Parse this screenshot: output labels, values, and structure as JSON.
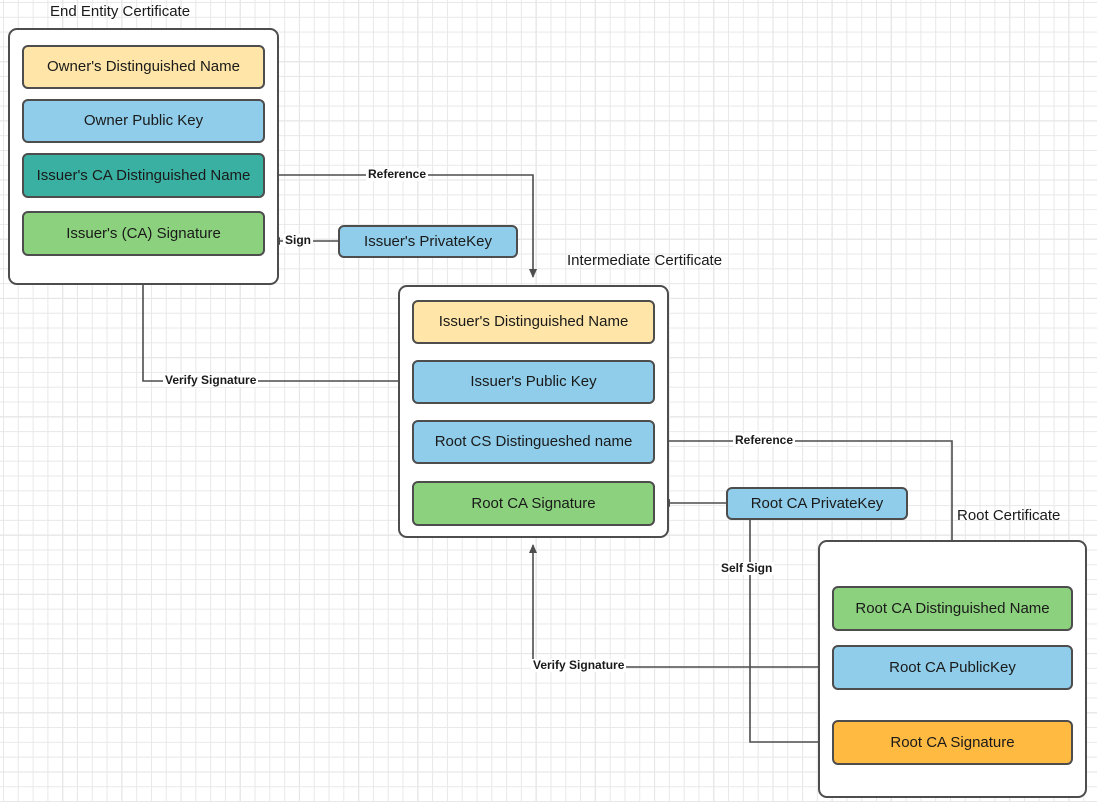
{
  "diagram": {
    "title_hidden": "",
    "groups": [
      {
        "id": "end-entity",
        "label": "End Entity Certificate",
        "fields": [
          {
            "label": "Owner's Distinguished Name",
            "color": "#ffe6a8",
            "swatch": "yellow"
          },
          {
            "label": "Owner Public  Key",
            "color": "#8fcdea",
            "swatch": "blue"
          },
          {
            "label": "Issuer's CA Distinguished Name",
            "color": "#3ab0a2",
            "swatch": "teal"
          },
          {
            "label": "Issuer's (CA) Signature",
            "color": "#8cd17d",
            "swatch": "green"
          }
        ]
      },
      {
        "id": "intermediate",
        "label": "Intermediate Certificate",
        "fields": [
          {
            "label": "Issuer's Distinguished Name",
            "color": "#ffe6a8",
            "swatch": "yellow"
          },
          {
            "label": "Issuer's Public  Key",
            "color": "#8fcdea",
            "swatch": "blue"
          },
          {
            "label": "Root CS Distingueshed name",
            "color": "#8fcdea",
            "swatch": "blue"
          },
          {
            "label": "Root CA Signature",
            "color": "#8cd17d",
            "swatch": "green"
          }
        ]
      },
      {
        "id": "root",
        "label": "Root Certificate",
        "fields": [
          {
            "label": "Root CA Distinguished Name",
            "color": "#8cd17d",
            "swatch": "green"
          },
          {
            "label": "Root CA PublicKey",
            "color": "#8fcdea",
            "swatch": "blue"
          },
          {
            "label": "Root CA Signature",
            "color": "#ffba42",
            "swatch": "orange"
          }
        ]
      }
    ],
    "keys": [
      {
        "id": "issuer-private-key",
        "label": "Issuer's PrivateKey",
        "color": "#8fcdea",
        "swatch": "blue"
      },
      {
        "id": "root-ca-private-key",
        "label": "Root CA PrivateKey",
        "color": "#8fcdea",
        "swatch": "blue"
      }
    ],
    "edge_labels": {
      "reference_top": "Reference",
      "sign": "Sign",
      "verify_signature_top": "Verify Signature",
      "reference_bottom": "Reference",
      "self_sign": "Self Sign",
      "verify_signature_bottom": "Verify Signature"
    },
    "palette": {
      "yellow": "#ffe6a8",
      "blue": "#8fcdea",
      "teal": "#3ab0a2",
      "green": "#8cd17d",
      "orange": "#ffba42",
      "stroke": "#4d4d4d",
      "grid_minor": "#e8e8e8",
      "grid_major": "#d0d0d0"
    }
  }
}
